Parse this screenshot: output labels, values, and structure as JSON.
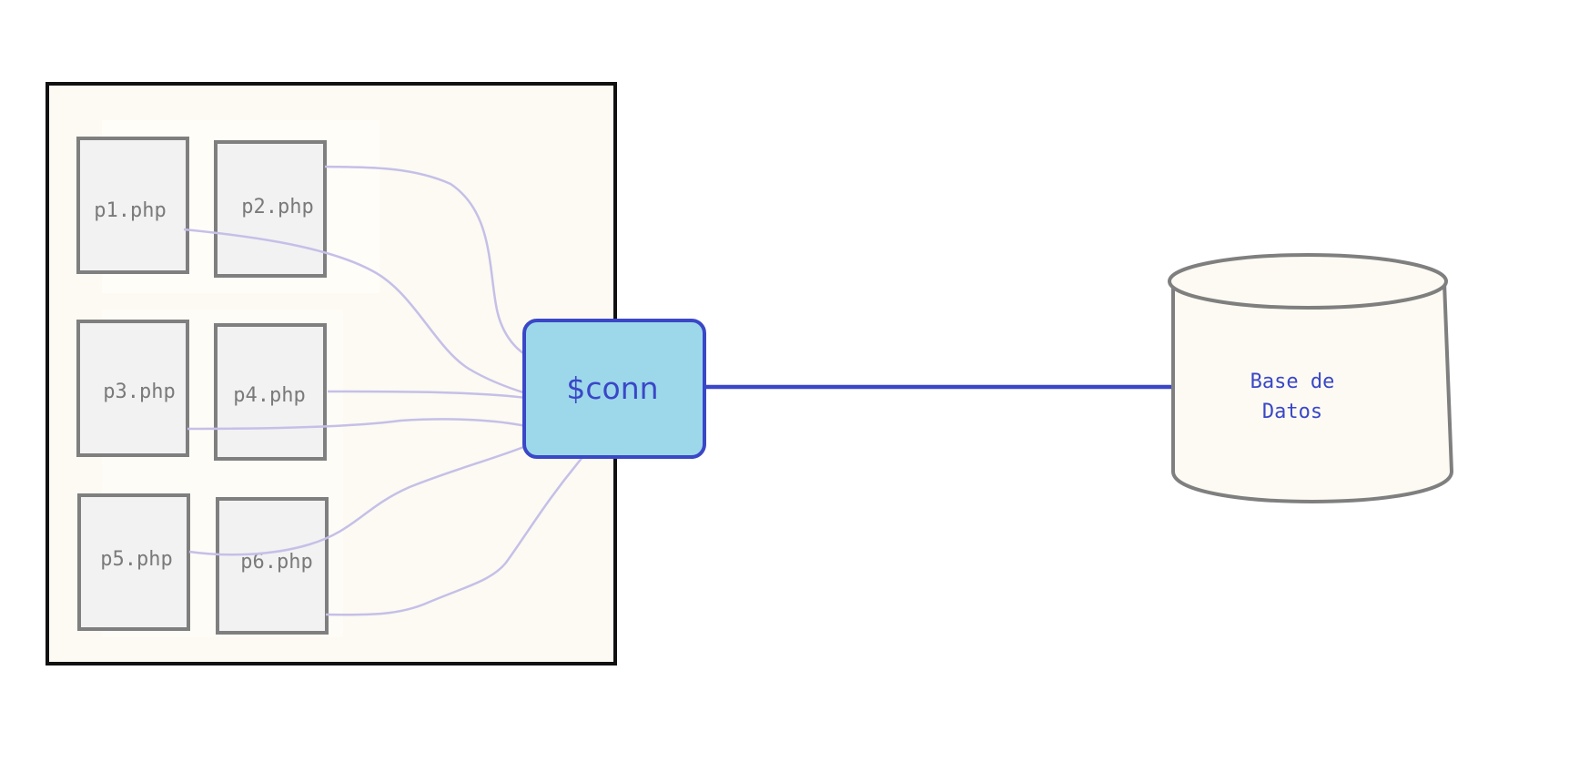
{
  "files": [
    {
      "id": "p1",
      "label": "p1.php"
    },
    {
      "id": "p2",
      "label": "p2.php"
    },
    {
      "id": "p3",
      "label": "p3.php"
    },
    {
      "id": "p4",
      "label": "p4.php"
    },
    {
      "id": "p5",
      "label": "p5.php"
    },
    {
      "id": "p6",
      "label": "p6.php"
    }
  ],
  "connection": {
    "label": "$conn"
  },
  "database": {
    "line1": "Base de",
    "line2": "Datos"
  },
  "colors": {
    "container_fill": "#fcfaf2",
    "container_stroke": "#111111",
    "file_fill": "#f2f2f2",
    "file_stroke": "#7f7f7f",
    "conn_fill": "#9dd8ea",
    "conn_stroke": "#3a47c7",
    "link_stroke": "#c6bfe8",
    "db_fill": "#fcfaf2",
    "db_stroke": "#7f7f7f"
  }
}
